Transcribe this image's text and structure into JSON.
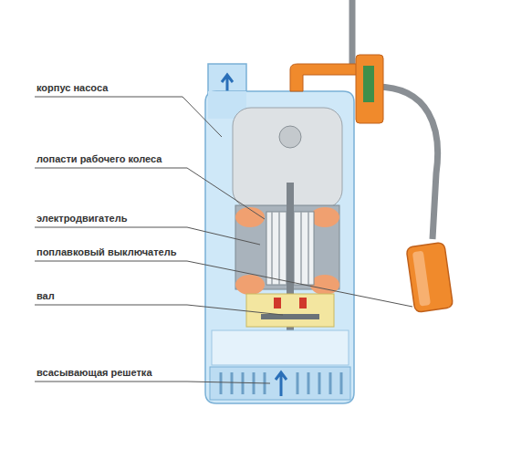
{
  "diagram": {
    "labels": [
      "корпус насоса",
      "лопасти рабочего колеса",
      "электродвигатель",
      "поплавковый выключатель",
      "вал",
      "всасывающая решетка"
    ]
  }
}
